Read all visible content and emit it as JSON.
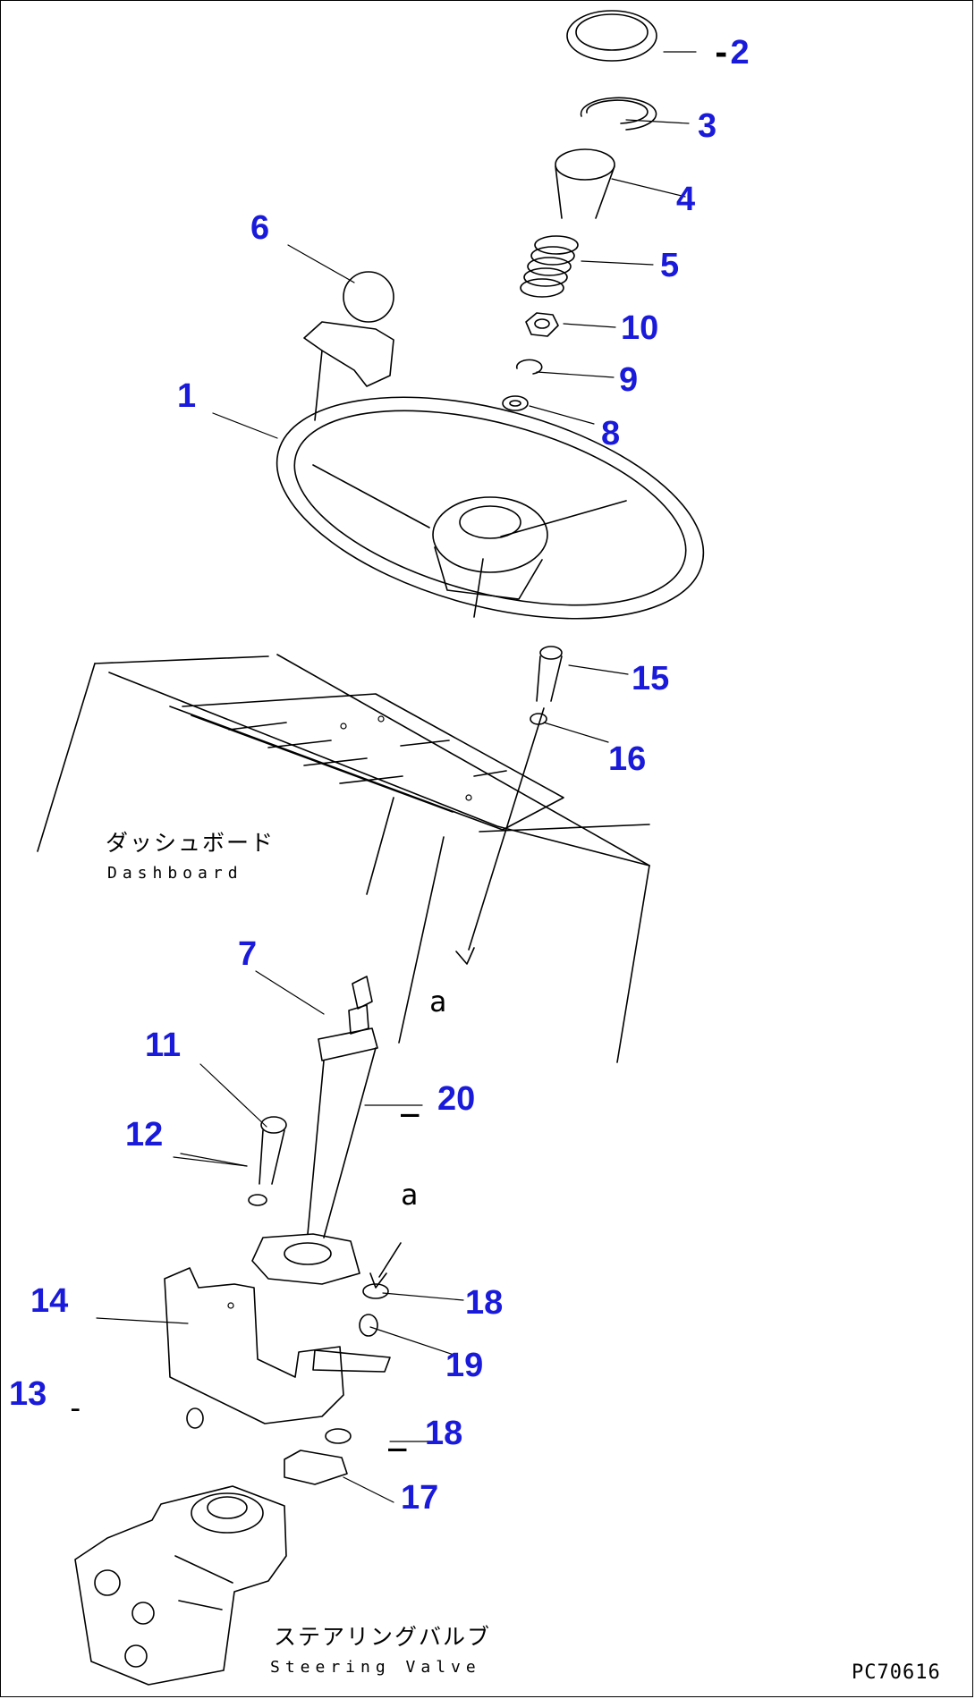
{
  "callouts": {
    "p1": "1",
    "p2": "2",
    "p3": "3",
    "p4": "4",
    "p5": "5",
    "p6": "6",
    "p7": "7",
    "p8": "8",
    "p9": "9",
    "p10": "10",
    "p11": "11",
    "p12": "12",
    "p13": "13",
    "p14": "14",
    "p15": "15",
    "p16": "16",
    "p17": "17",
    "p18a": "18",
    "p18b": "18",
    "p19": "19",
    "p20": "20"
  },
  "labels": {
    "dashboard_jp": "ダッシュボード",
    "dashboard_en": "Dashboard",
    "steering_valve_jp": "ステアリングバルブ",
    "steering_valve_en": "Steering Valve",
    "view_a_upper": "a",
    "view_a_lower": "a"
  },
  "figure_code": "PC70616",
  "colors": {
    "callout": "#1a1adb",
    "line": "#000000",
    "background": "#ffffff"
  }
}
